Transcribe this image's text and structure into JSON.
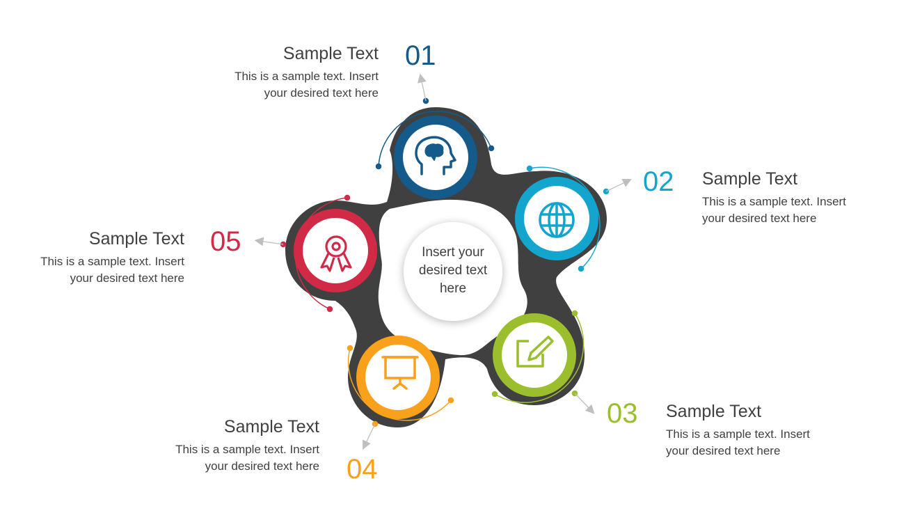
{
  "center": {
    "line1": "Insert your",
    "line2": "desired text",
    "line3": "here"
  },
  "colors": {
    "dark_frame": "#404040",
    "step1": "#145A8A",
    "step2": "#14A5CF",
    "step3": "#9BBE2C",
    "step4": "#F9A11B",
    "step5": "#D12A47",
    "arrow": "#BFBFBF",
    "text": "#404040"
  },
  "steps": [
    {
      "number": "01",
      "icon": "head-brain-icon",
      "title": "Sample Text",
      "desc_line1": "This is a sample text. Insert",
      "desc_line2": "your desired text here"
    },
    {
      "number": "02",
      "icon": "globe-icon",
      "title": "Sample Text",
      "desc_line1": "This is a sample text. Insert",
      "desc_line2": "your desired text here"
    },
    {
      "number": "03",
      "icon": "edit-pencil-icon",
      "title": "Sample Text",
      "desc_line1": "This is a sample text. Insert",
      "desc_line2": "your desired text here"
    },
    {
      "number": "04",
      "icon": "presentation-board-icon",
      "title": "Sample Text",
      "desc_line1": "This is a sample text. Insert",
      "desc_line2": "your desired text here"
    },
    {
      "number": "05",
      "icon": "award-ribbon-icon",
      "title": "Sample Text",
      "desc_line1": "This is a sample text. Insert",
      "desc_line2": "your desired text here"
    }
  ]
}
